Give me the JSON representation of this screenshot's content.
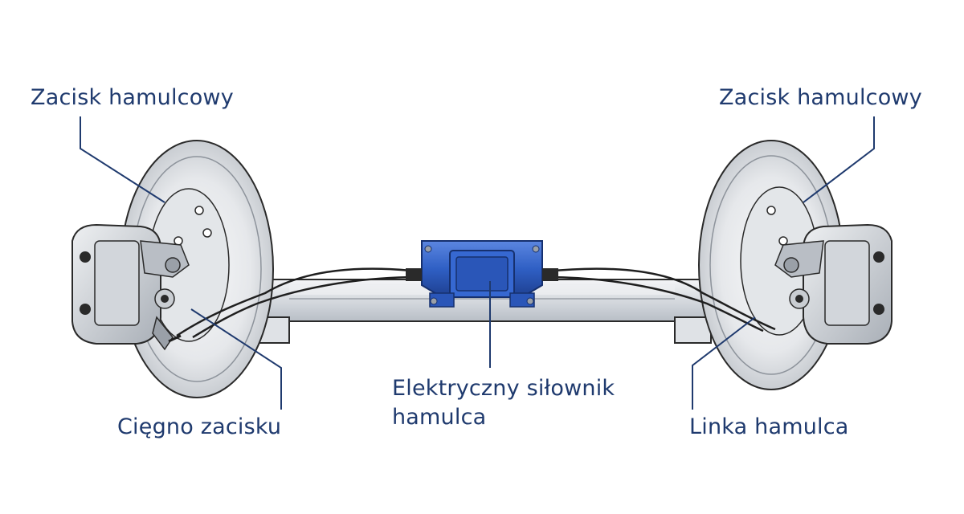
{
  "labels": {
    "caliper_left": "Zacisk hamulcowy",
    "caliper_right": "Zacisk hamulcowy",
    "caliper_rod": "Cięgno zacisku",
    "actuator_line1": "Elektryczny siłownik",
    "actuator_line2": "hamulca",
    "brake_cable": "Linka hamulca"
  },
  "colors": {
    "label_text": "#1f3a6e",
    "leader_line": "#1f3a6e",
    "actuator_blue": "#2f5fc4",
    "axle_gray": "#d9dde2",
    "disc_gray": "#eceef0",
    "outline": "#2a2a2a"
  }
}
